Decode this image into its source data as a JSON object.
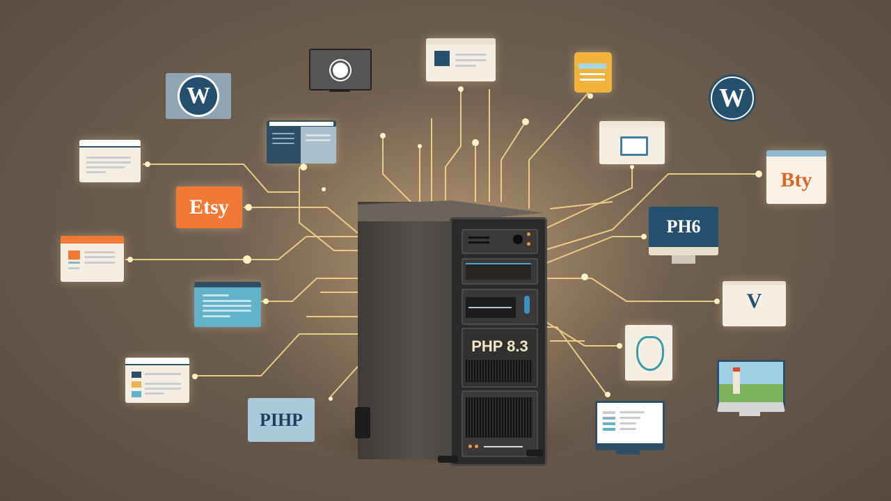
{
  "scene": {
    "description": "Illustration of a PHP 8.3 server tower connected by glowing circuit traces to surrounding website and app cards",
    "colors": {
      "background": "#6e5e4f",
      "trace": "#f3d98a",
      "etsy_orange": "#f07a35",
      "wordpress_blue": "#24506e",
      "php_light_blue": "#a9cadb",
      "server_dark": "#2b2a29"
    }
  },
  "server": {
    "label": "PHP 8.3"
  },
  "cards": {
    "etsy_left": {
      "label": "Etsy"
    },
    "bty_right": {
      "label": "Bty"
    },
    "ph6_monitor": {
      "label": "PH6"
    },
    "php_badge": {
      "label": "PIHP"
    },
    "wordpress_left": {
      "label": "W"
    },
    "wordpress_right": {
      "label": "W"
    },
    "crest_card": {
      "label": "V"
    }
  }
}
